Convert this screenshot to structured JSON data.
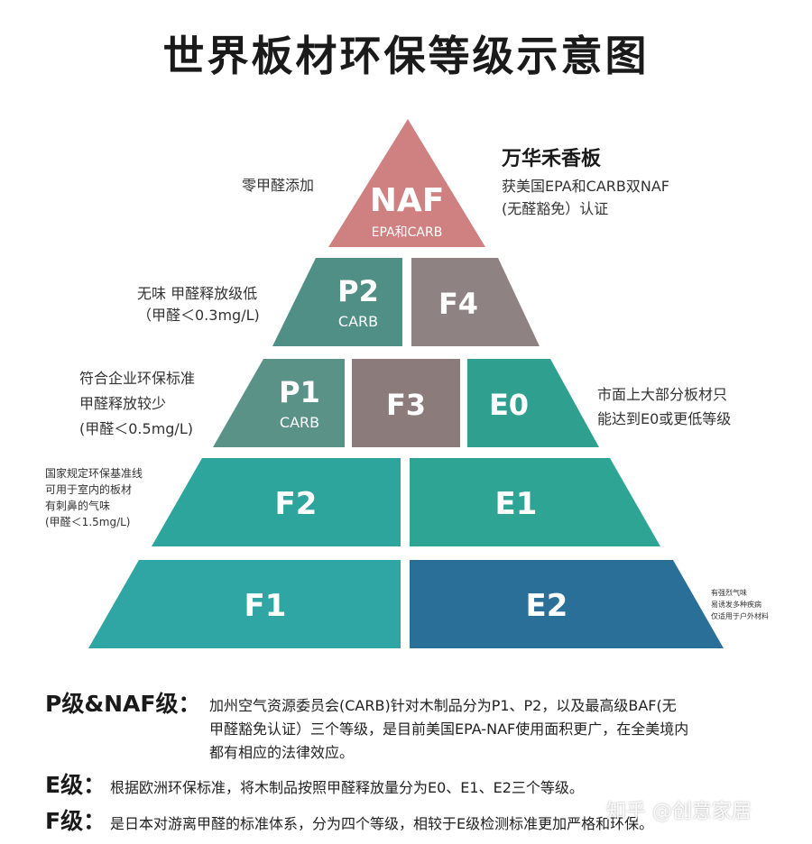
{
  "title": "世界板材环保等级示意图",
  "colors": {
    "naf": "#cf8080",
    "p2": "#4f8f86",
    "f4": "#8f8282",
    "p1": "#5a9288",
    "f3": "#8c7b7b",
    "e0": "#2fa08f",
    "f2": "#2ea59c",
    "e1": "#2ea495",
    "f1": "#2fa6a3",
    "e2": "#2a6f98",
    "label": "#ffffff"
  },
  "tiers": [
    {
      "id": "naf",
      "label": "NAF",
      "sublabel": "EPA和CARB"
    },
    {
      "id": "p2",
      "label": "P2",
      "sublabel": "CARB"
    },
    {
      "id": "f4",
      "label": "F4",
      "sublabel": ""
    },
    {
      "id": "p1",
      "label": "P1",
      "sublabel": "CARB"
    },
    {
      "id": "f3",
      "label": "F3",
      "sublabel": ""
    },
    {
      "id": "e0",
      "label": "E0",
      "sublabel": ""
    },
    {
      "id": "f2",
      "label": "F2",
      "sublabel": ""
    },
    {
      "id": "e1",
      "label": "E1",
      "sublabel": ""
    },
    {
      "id": "f1",
      "label": "F1",
      "sublabel": ""
    },
    {
      "id": "e2",
      "label": "E2",
      "sublabel": ""
    }
  ],
  "annotations": {
    "naf": "零甲醛添加",
    "brand_title": "万华禾香板",
    "brand_desc": "获美国EPA和CARB双NAF\n(无醛豁免）认证",
    "p2": "无味 甲醛释放级低\n（甲醛＜0.3mg/L)",
    "p1": "符合企业环保标准\n甲醛释放较少\n(甲醛＜0.5mg/L)",
    "e0": "市面上大部分板材只\n能达到E0或更低等级",
    "f2": "国家规定环保基准线\n可用于室内的板材\n有刺鼻的气味\n(甲醛＜1.5mg/L)",
    "e2": "有强烈气味\n易诱发多种疾病\n仅适用于户外材料"
  },
  "explanations": [
    {
      "label": "P级&NAF级：",
      "text": "加州空气资源委员会(CARB)针对木制品分为P1、P2，以及最高级BAF(无\n甲醛豁免认证）三个等级，是目前美国EPA-NAF使用面积更广，在全美境内\n都有相应的法律效应。"
    },
    {
      "label": "E级：",
      "text": "根据欧洲环保标准，将木制品按照甲醛释放量分为E0、E1、E2三个等级。"
    },
    {
      "label": "F级：",
      "text": "是日本对游离甲醛的标准体系，分为四个等级，相较于E级检测标准更加严格和环保。"
    }
  ],
  "watermark": "知乎 @创意家居"
}
